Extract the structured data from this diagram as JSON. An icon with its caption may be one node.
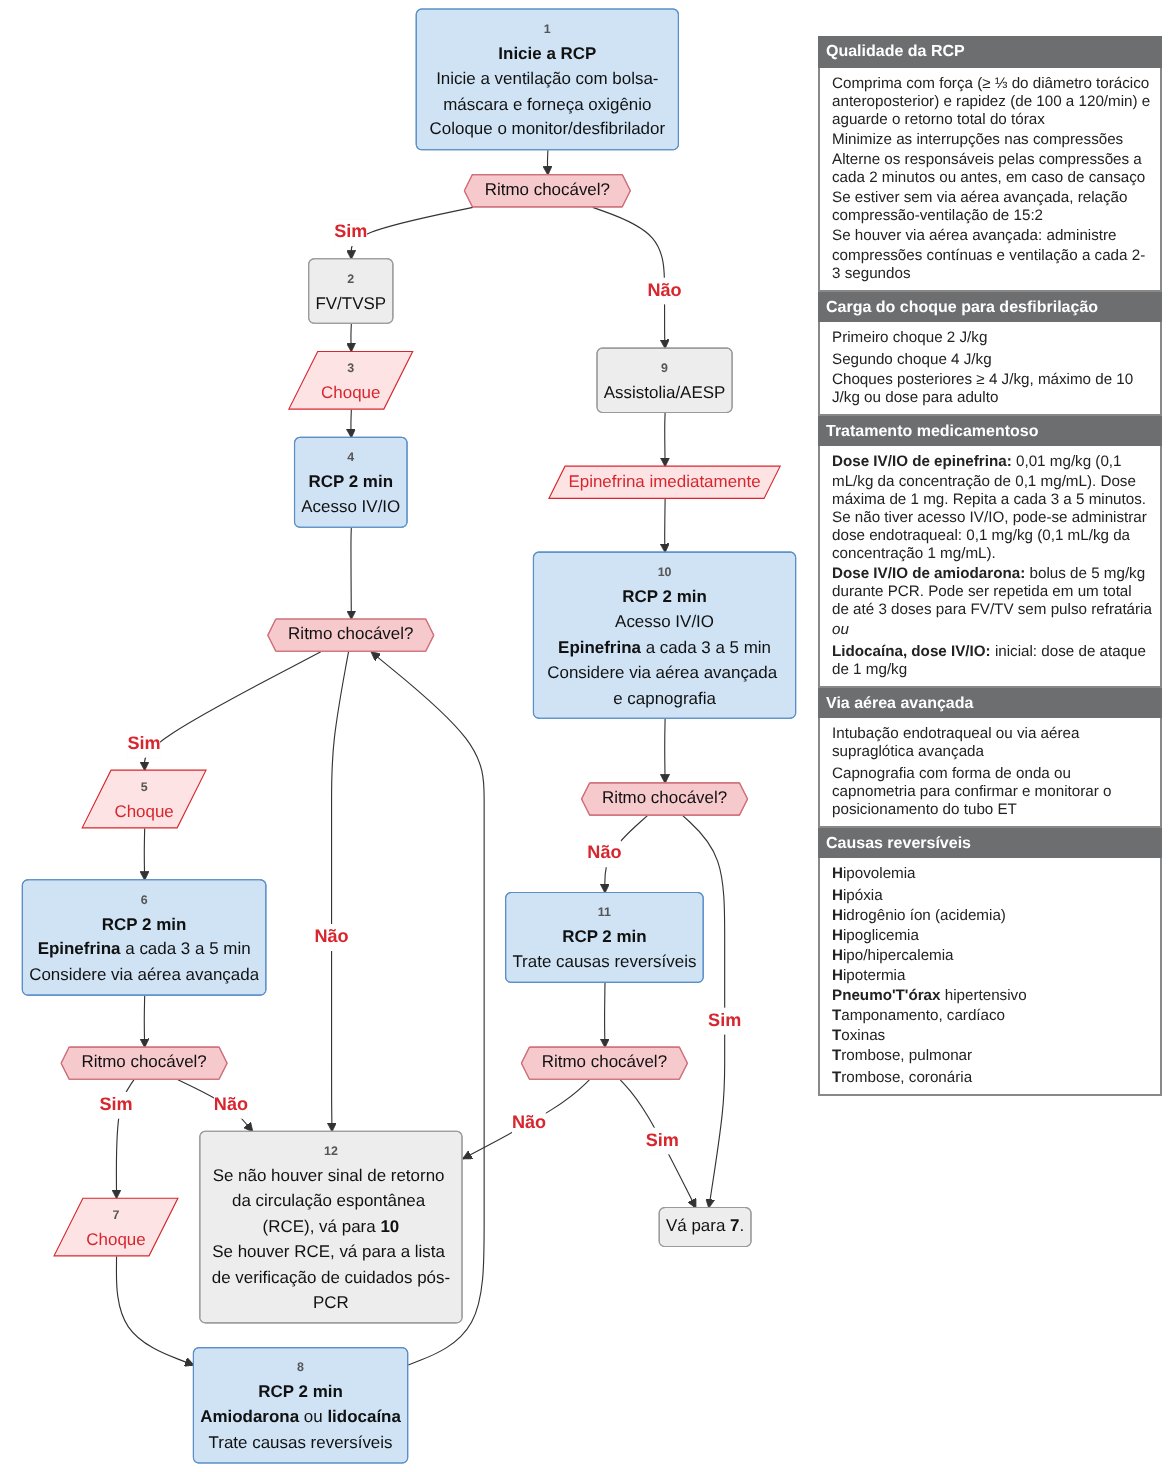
{
  "diagram": {
    "nodes": [
      {
        "text": [
          "1",
          "Inicie a RCP",
          "Inicie a ventilação com bolsa-máscara e forneça oxigênio",
          "Coloque o monitor/desfibrilador"
        ]
      },
      {
        "text": [
          "Ritmo chocável?"
        ]
      },
      {
        "text": [
          "2",
          "FV/TVSP"
        ]
      },
      {
        "text": [
          "9",
          "Assistolia/AESP"
        ]
      },
      {
        "text": [
          "3",
          "Choque"
        ]
      },
      {
        "text": [
          "Epinefrina imediatamente"
        ]
      },
      {
        "text": [
          "4",
          "RCP 2 min",
          "Acesso IV/IO"
        ]
      },
      {
        "text": [
          "10",
          "RCP 2 min",
          "Acesso IV/IO",
          "**Epinefrina** a cada 3 a 5 min",
          "Considere via aérea avançada e capnografia"
        ]
      },
      {
        "text": [
          "Ritmo chocável?"
        ]
      },
      {
        "text": [
          "5",
          "Choque"
        ]
      },
      {
        "text": [
          "6",
          "RCP 2 min",
          "**Epinefrina** a cada 3 a 5 min",
          "Considere via aérea avançada"
        ]
      },
      {
        "text": [
          "Ritmo chocável?"
        ]
      },
      {
        "text": [
          "7",
          "Choque"
        ]
      },
      {
        "text": [
          "8",
          "RCP 2 min",
          "**Amiodarona** ou **lidocaína**",
          "Trate causas reversíveis"
        ]
      },
      {
        "text": [
          "Ritmo chocável?"
        ]
      },
      {
        "text": [
          "11",
          "RCP 2 min",
          "Trate causas reversíveis"
        ]
      },
      {
        "text": [
          "Ritmo chocável?"
        ]
      },
      {
        "text": [
          "12",
          "Se não houver sinal de retorno da circulação espontânea (RCE), vá para **10**",
          "Se houver RCE, vá para a lista de verificação de cuidados pós-PCR"
        ]
      },
      {
        "text": [
          "Vá para **7**."
        ]
      }
    ],
    "edges": [
      {
        "from": 0,
        "to": 1,
        "arrow": "to"
      },
      {
        "from": 1,
        "to": 2,
        "arrow": "to",
        "label": "Sim"
      },
      {
        "from": 1,
        "to": 3,
        "arrow": "to",
        "label": "Não"
      },
      {
        "from": 2,
        "to": 4,
        "arrow": "to"
      },
      {
        "from": 3,
        "to": 5,
        "arrow": "to"
      },
      {
        "from": 4,
        "to": 6,
        "arrow": "to"
      },
      {
        "from": 5,
        "to": 7,
        "arrow": "to"
      },
      {
        "from": 6,
        "to": 8,
        "arrow": "to"
      },
      {
        "from": 8,
        "to": 9,
        "arrow": "to",
        "label": "Sim"
      },
      {
        "from": 9,
        "to": 10,
        "arrow": "to"
      },
      {
        "from": 10,
        "to": 11,
        "arrow": "to"
      },
      {
        "from": 11,
        "to": 12,
        "arrow": "to",
        "label": "Sim"
      },
      {
        "from": 12,
        "to": 13,
        "arrow": "to"
      },
      {
        "from": 13,
        "to": 8,
        "arrow": "to"
      },
      {
        "from": 8,
        "to": 17,
        "arrow": "to",
        "label": "Não"
      },
      {
        "from": 11,
        "to": 17,
        "arrow": "to",
        "label": "Não"
      },
      {
        "from": 7,
        "to": 14,
        "arrow": "to"
      },
      {
        "from": 14,
        "to": 15,
        "arrow": "to",
        "label": "Não"
      },
      {
        "from": 14,
        "to": 18,
        "arrow": "to",
        "label": "Sim"
      },
      {
        "from": 15,
        "to": 16,
        "arrow": "to"
      },
      {
        "from": 16,
        "to": 17,
        "arrow": "to",
        "label": "Não"
      },
      {
        "from": 16,
        "to": 18,
        "arrow": "to",
        "label": "Sim"
      }
    ],
    "labels": [
      "Qualidade da RCP",
      "Comprima com força (≥ ⅓ do diâmetro torácico anteroposterior) e rapidez (de 100 a 120/min) e aguarde o retorno total do tórax",
      "Minimize as interrupções nas compressões",
      "Alterne os responsáveis pelas compressões a cada 2 minutos ou antes, em caso de cansaço",
      "Se estiver sem via aérea avançada, relação compressão-ventilação de 15:2",
      "Se houver via aérea avançada: administre compressões contínuas e ventilação a cada 2-3 segundos",
      "Carga do choque para desfibrilação",
      "Primeiro choque 2 J/kg",
      "Segundo choque 4 J/kg",
      "Choques posteriores ≥ 4 J/kg, máximo de 10 J/kg ou dose para adulto",
      "Tratamento medicamentoso",
      "**Dose IV/IO de epinefrina:** 0,01 mg/kg (0,1 mL/kg da concentração de 0,1 mg/mL). Dose máxima de 1 mg. Repita a cada 3 a 5 minutos. Se não tiver acesso IV/IO, pode-se administrar dose endotraqueal: 0,1 mg/kg (0,1 mL/kg da concentração 1 mg/mL).",
      "**Dose IV/IO de amiodarona:** bolus de 5 mg/kg durante PCR. Pode ser repetida em um total de até 3 doses para FV/TV sem pulso refratária",
      "ou",
      "**Lidocaína, dose IV/IO:** inicial: dose de ataque de 1 mg/kg",
      "Via aérea avançada",
      "Intubação endotraqueal ou via aérea supraglótica avançada",
      "Capnografia com forma de onda ou capnometria para confirmar e monitorar o posicionamento do tubo ET",
      "Causas reversíveis",
      "**H**ipovolemia",
      "**H**ipóxia",
      "**H**idrogênio íon (acidemia)",
      "**H**ipoglicemia",
      "**H**ipo/hipercalemia",
      "**H**ipotermia",
      "**Pneumo'T'órax** hipertensivo",
      "**T**amponamento, cardíaco",
      "**T**oxinas",
      "**T**rombose, pulmonar",
      "**T**rombose, coronária"
    ]
  }
}
